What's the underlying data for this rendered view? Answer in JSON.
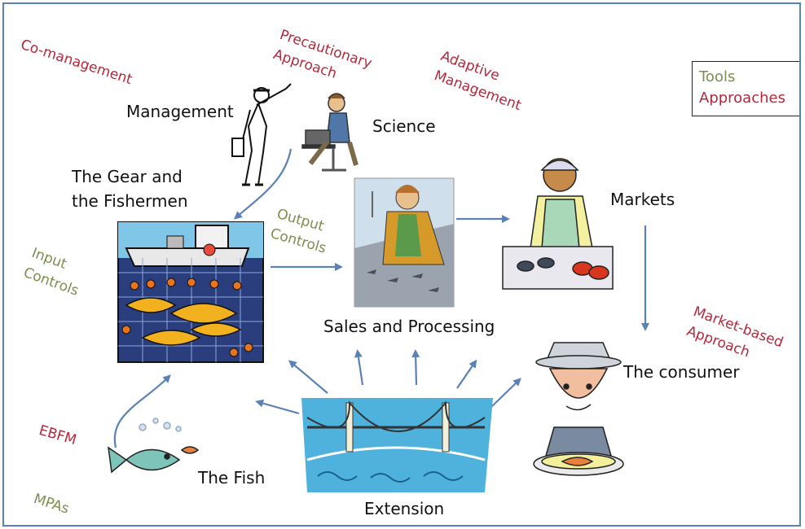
{
  "nodes": {
    "management": "Management",
    "science": "Science",
    "gear_line1": "The Gear and",
    "gear_line2": "the Fishermen",
    "markets": "Markets",
    "sales": "Sales and Processing",
    "consumer": "The consumer",
    "fish": "The Fish",
    "extension": "Extension"
  },
  "tools": {
    "output_line1": "Output",
    "output_line2": "Controls",
    "input_line1": "Input",
    "input_line2": "Controls",
    "mpas": "MPAs"
  },
  "approaches": {
    "comanagement": "Co-management",
    "precautionary_line1": "Precautionary",
    "precautionary_line2": "Approach",
    "adaptive_line1": "Adaptive",
    "adaptive_line2": "Management",
    "market_based_line1": "Market-based",
    "market_based_line2": "Approach",
    "ebfm": "EBFM"
  },
  "legend": {
    "tools": "Tools",
    "approaches": "Approaches"
  },
  "colors": {
    "tool": "#7a8f4c",
    "approach": "#b5283b",
    "arrow": "#5b82b5",
    "frame": "#5b82b5"
  }
}
